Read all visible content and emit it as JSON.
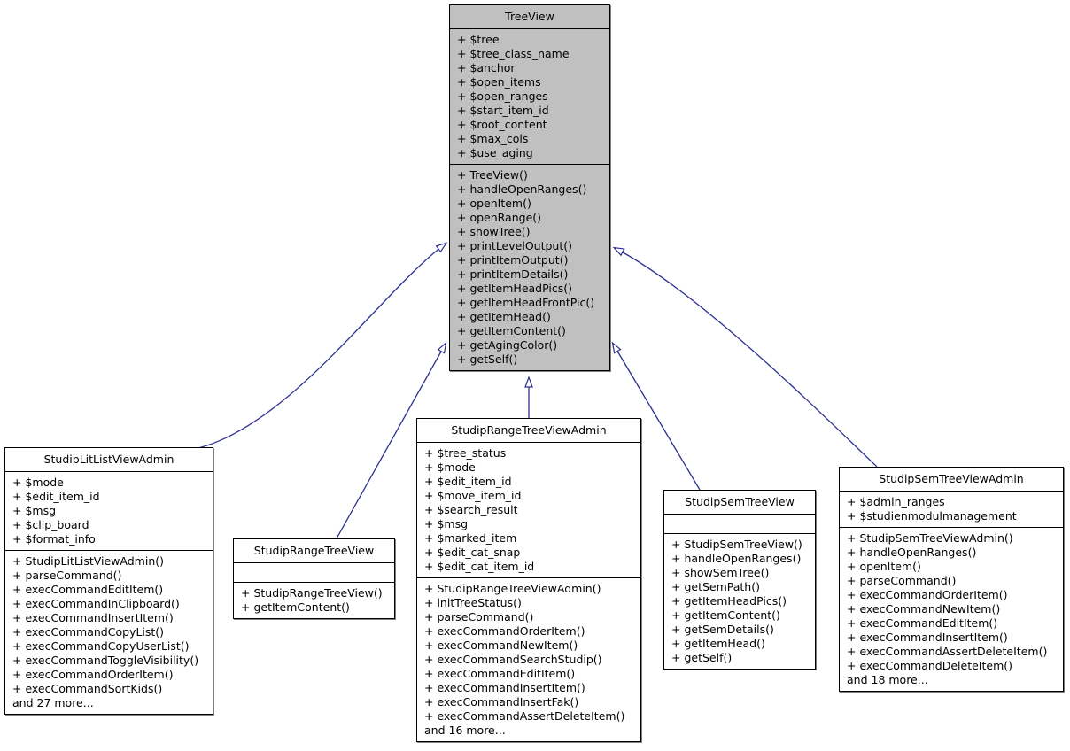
{
  "diagram": {
    "type": "uml-class-diagram",
    "title": "TreeView class hierarchy",
    "relationship": "inheritance",
    "edge_color": "#2e3192",
    "highlight_color": "#c0c0c0",
    "border_color": "#000000",
    "background": "#ffffff"
  },
  "classes": [
    {
      "id": "treeview",
      "name": "TreeView",
      "highlighted": true,
      "attributes": [
        "+ $tree",
        "+ $tree_class_name",
        "+ $anchor",
        "+ $open_items",
        "+ $open_ranges",
        "+ $start_item_id",
        "+ $root_content",
        "+ $max_cols",
        "+ $use_aging"
      ],
      "methods": [
        "+ TreeView()",
        "+ handleOpenRanges()",
        "+ openItem()",
        "+ openRange()",
        "+ showTree()",
        "+ printLevelOutput()",
        "+ printItemOutput()",
        "+ printItemDetails()",
        "+ getItemHeadPics()",
        "+ getItemHeadFrontPic()",
        "+ getItemHead()",
        "+ getItemContent()",
        "+ getAgingColor()",
        "+ getSelf()"
      ],
      "more": null
    },
    {
      "id": "litlistviewadmin",
      "name": "StudipLitListViewAdmin",
      "highlighted": false,
      "attributes": [
        "+ $mode",
        "+ $edit_item_id",
        "+ $msg",
        "+ $clip_board",
        "+ $format_info"
      ],
      "methods": [
        "+ StudipLitListViewAdmin()",
        "+ parseCommand()",
        "+ execCommandEditItem()",
        "+ execCommandInClipboard()",
        "+ execCommandInsertItem()",
        "+ execCommandCopyList()",
        "+ execCommandCopyUserList()",
        "+ execCommandToggleVisibility()",
        "+ execCommandOrderItem()",
        "+ execCommandSortKids()"
      ],
      "more": "and 27 more..."
    },
    {
      "id": "rangetreeview",
      "name": "StudipRangeTreeView",
      "highlighted": false,
      "attributes": [],
      "methods": [
        "+ StudipRangeTreeView()",
        "+ getItemContent()"
      ],
      "more": null
    },
    {
      "id": "rangetreeviewadmin",
      "name": "StudipRangeTreeViewAdmin",
      "highlighted": false,
      "attributes": [
        "+ $tree_status",
        "+ $mode",
        "+ $edit_item_id",
        "+ $move_item_id",
        "+ $search_result",
        "+ $msg",
        "+ $marked_item",
        "+ $edit_cat_snap",
        "+ $edit_cat_item_id"
      ],
      "methods": [
        "+ StudipRangeTreeViewAdmin()",
        "+ initTreeStatus()",
        "+ parseCommand()",
        "+ execCommandOrderItem()",
        "+ execCommandNewItem()",
        "+ execCommandSearchStudip()",
        "+ execCommandEditItem()",
        "+ execCommandInsertItem()",
        "+ execCommandInsertFak()",
        "+ execCommandAssertDeleteItem()"
      ],
      "more": "and 16 more..."
    },
    {
      "id": "semtreeview",
      "name": "StudipSemTreeView",
      "highlighted": false,
      "attributes": [],
      "methods": [
        "+ StudipSemTreeView()",
        "+ handleOpenRanges()",
        "+ showSemTree()",
        "+ getSemPath()",
        "+ getItemHeadPics()",
        "+ getItemContent()",
        "+ getSemDetails()",
        "+ getItemHead()",
        "+ getSelf()"
      ],
      "more": null
    },
    {
      "id": "semtreeviewadmin",
      "name": "StudipSemTreeViewAdmin",
      "highlighted": false,
      "attributes": [
        "+ $admin_ranges",
        "+ $studienmodulmanagement"
      ],
      "methods": [
        "+ StudipSemTreeViewAdmin()",
        "+ handleOpenRanges()",
        "+ openItem()",
        "+ parseCommand()",
        "+ execCommandOrderItem()",
        "+ execCommandNewItem()",
        "+ execCommandEditItem()",
        "+ execCommandInsertItem()",
        "+ execCommandAssertDeleteItem()",
        "+ execCommandDeleteItem()"
      ],
      "more": "and 18 more..."
    }
  ],
  "edges": [
    {
      "from": "litlistviewadmin",
      "to": "treeview",
      "kind": "inheritance"
    },
    {
      "from": "rangetreeview",
      "to": "treeview",
      "kind": "inheritance"
    },
    {
      "from": "rangetreeviewadmin",
      "to": "treeview",
      "kind": "inheritance"
    },
    {
      "from": "semtreeview",
      "to": "treeview",
      "kind": "inheritance"
    },
    {
      "from": "semtreeviewadmin",
      "to": "treeview",
      "kind": "inheritance"
    }
  ]
}
